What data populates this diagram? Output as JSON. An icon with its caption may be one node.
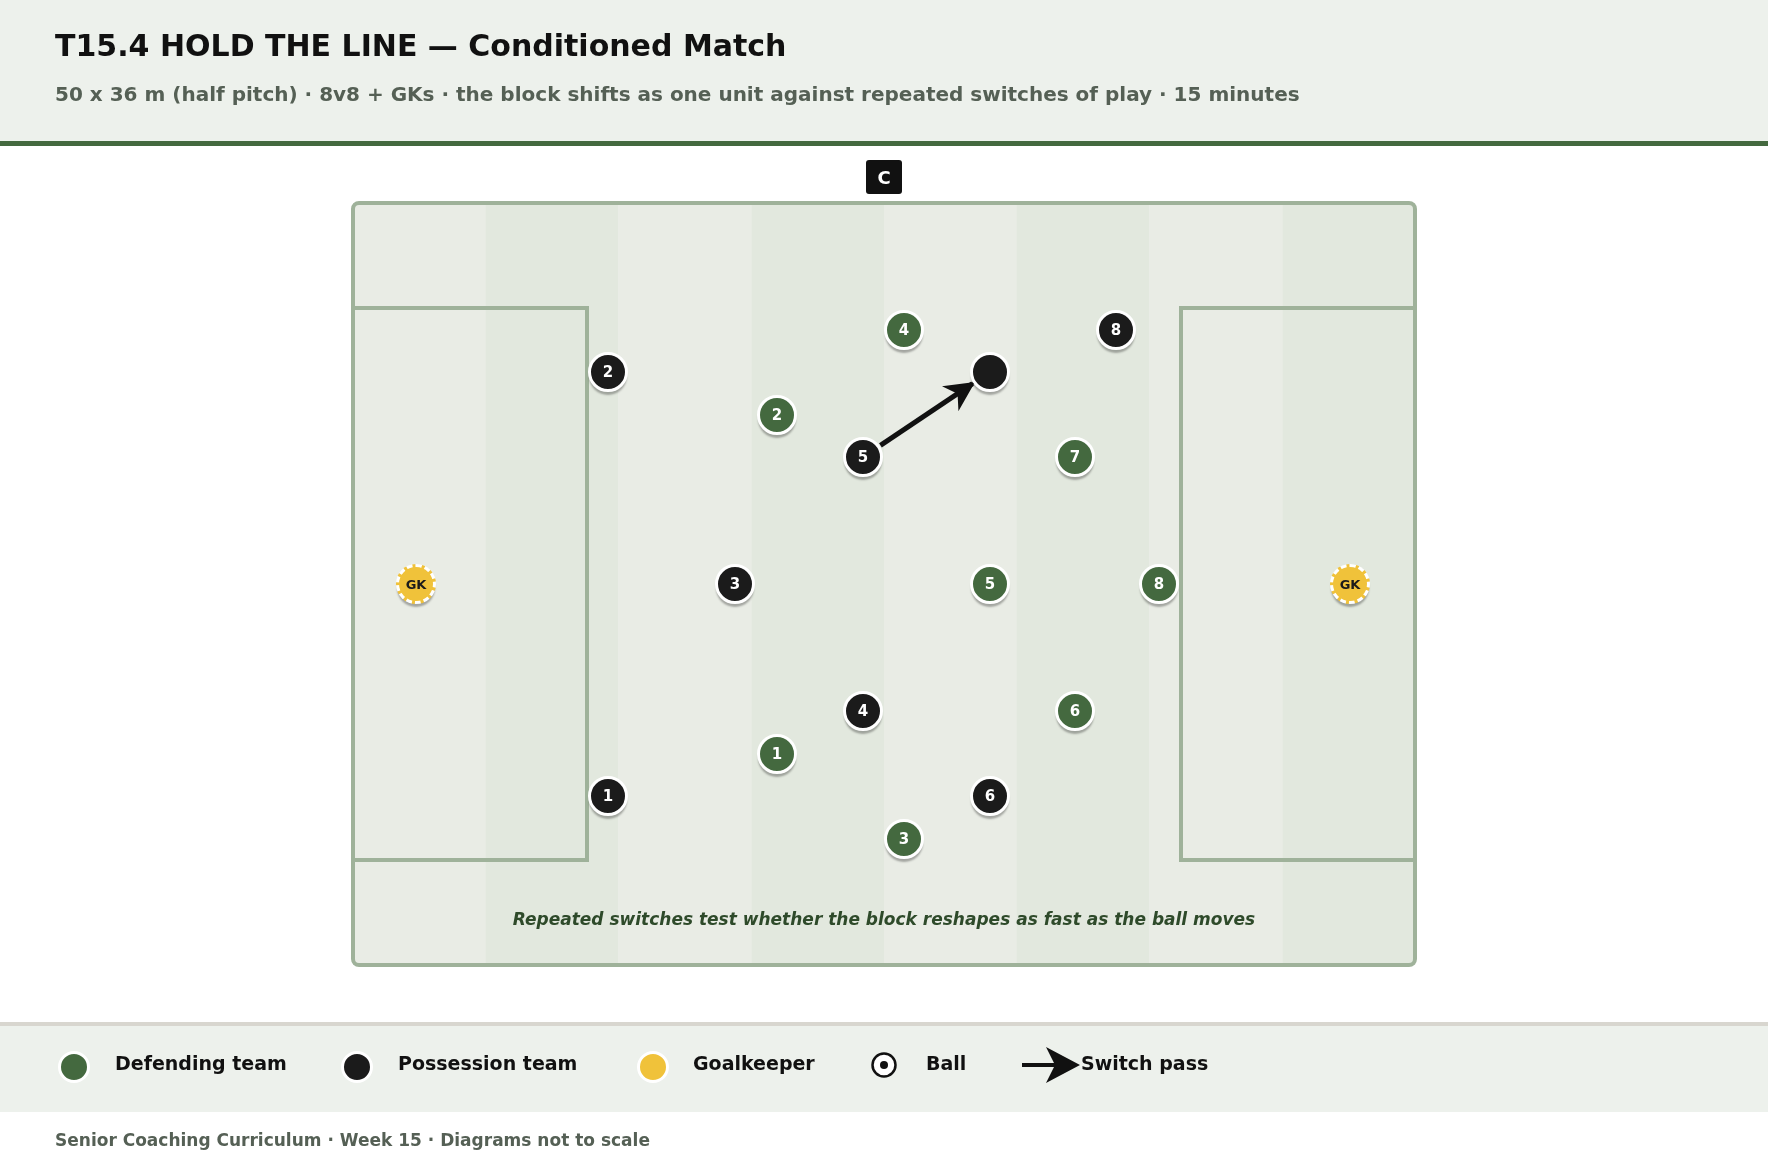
{
  "diagram": {
    "title": "T15.4 HOLD THE LINE — Conditioned Match",
    "nodes": [
      {
        "text": [
          "C"
        ]
      },
      {
        "text": [
          "4"
        ]
      },
      {
        "text": [
          "8"
        ]
      },
      {
        "text": [
          "2"
        ]
      },
      {
        "text": [],
        "shape": "circle"
      },
      {
        "text": [
          "2"
        ]
      },
      {
        "text": [
          "5"
        ]
      },
      {
        "text": [
          "7"
        ]
      },
      {
        "text": [
          "GK"
        ]
      },
      {
        "text": [
          "3"
        ]
      },
      {
        "text": [
          "5"
        ]
      },
      {
        "text": [
          "8"
        ]
      },
      {
        "text": [
          "GK"
        ]
      },
      {
        "text": [
          "4"
        ]
      },
      {
        "text": [
          "6"
        ]
      },
      {
        "text": [
          "1"
        ]
      },
      {
        "text": [
          "1"
        ]
      },
      {
        "text": [
          "6"
        ]
      },
      {
        "text": [
          "3"
        ]
      }
    ],
    "edges": [
      {
        "from": 6,
        "to": 4,
        "arrow": "to"
      }
    ],
    "labels": [
      "50 x 36 m (half pitch) · 8v8 + GKs · the block shifts as one unit against repeated switches of play · 15 minutes",
      "Repeated switches test whether the block reshapes as fast as the ball moves",
      "Senior Coaching Curriculum · Week 15 · Diagrams not to scale"
    ],
    "legend": [
      {
        "text": "Defending team",
        "color": "#44693f"
      },
      {
        "text": "Possession team",
        "color": "#1b1b1b"
      },
      {
        "text": "Goalkeeper",
        "color": "#f0c23a"
      },
      {
        "text": "Ball"
      },
      {
        "text": "Switch pass"
      }
    ]
  }
}
